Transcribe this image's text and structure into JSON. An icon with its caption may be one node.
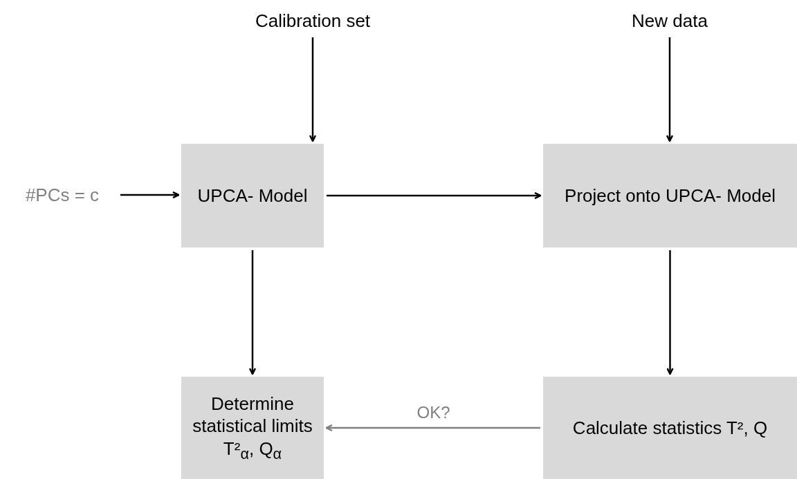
{
  "diagram": {
    "nodes": [
      {
        "text": [
          "Calibration set"
        ]
      },
      {
        "text": [
          "New data"
        ]
      },
      {
        "text": [
          "#PCs = c"
        ]
      },
      {
        "text": [
          "UPCA- Model"
        ]
      },
      {
        "text": [
          "Project onto UPCA- Model"
        ]
      },
      {
        "text": [
          "Determine statistical limits T²$_{α}$, Q$_{α}$"
        ]
      },
      {
        "text": [
          "Calculate statistics T², Q"
        ]
      }
    ],
    "edges": [
      {
        "from": 0,
        "to": 3,
        "arrow": "to"
      },
      {
        "from": 1,
        "to": 4,
        "arrow": "to"
      },
      {
        "from": 2,
        "to": 3,
        "arrow": "to"
      },
      {
        "from": 3,
        "to": 4,
        "arrow": "to"
      },
      {
        "from": 3,
        "to": 5,
        "arrow": "to"
      },
      {
        "from": 4,
        "to": 6,
        "arrow": "to"
      },
      {
        "from": 6,
        "to": 5,
        "arrow": "to",
        "label": "OK?",
        "color": "#808080"
      }
    ]
  }
}
